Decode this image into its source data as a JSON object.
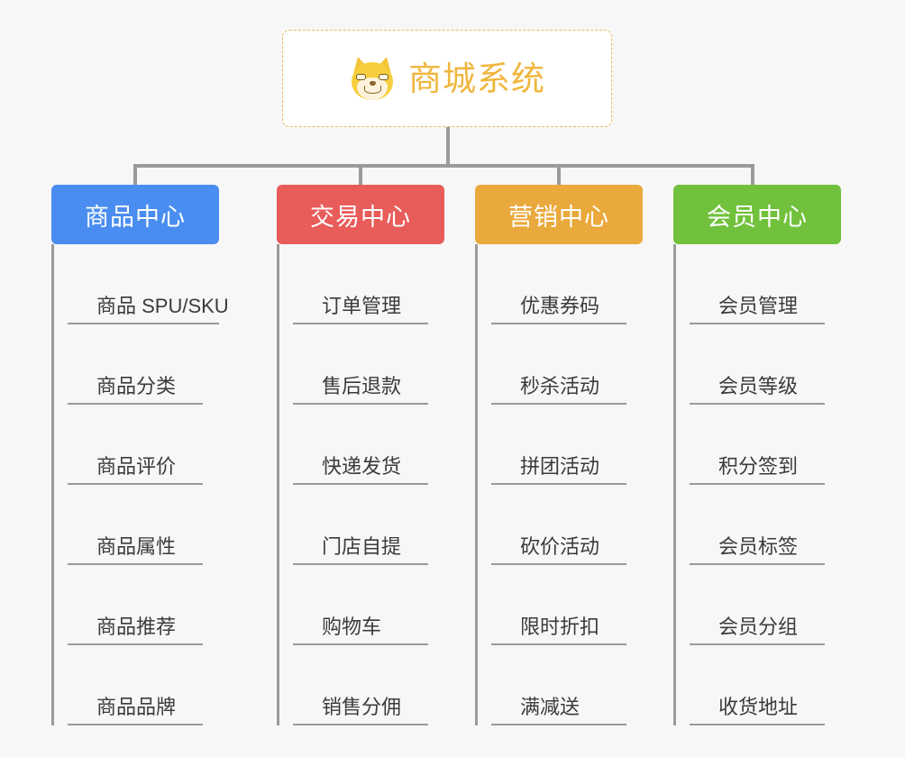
{
  "page": {
    "background_color": "#f7f7f7",
    "type": "mindmap"
  },
  "root": {
    "title": "商城系统",
    "icon": "shiba-dog-icon",
    "text_color": "#f0b73e",
    "border_color": "#edb85a",
    "background_color": "#ffffff"
  },
  "connector": {
    "color": "#9a9a9a"
  },
  "branches": [
    {
      "label": "商品中心",
      "color": "#4a8df0",
      "items": [
        "商品 SPU/SKU",
        "商品分类",
        "商品评价",
        "商品属性",
        "商品推荐",
        "商品品牌"
      ]
    },
    {
      "label": "交易中心",
      "color": "#e85c5a",
      "items": [
        "订单管理",
        "售后退款",
        "快递发货",
        "门店自提",
        "购物车",
        "销售分佣"
      ]
    },
    {
      "label": "营销中心",
      "color": "#eaa93c",
      "items": [
        "优惠券码",
        "秒杀活动",
        "拼团活动",
        "砍价活动",
        "限时折扣",
        "满减送"
      ]
    },
    {
      "label": "会员中心",
      "color": "#71c13c",
      "items": [
        "会员管理",
        "会员等级",
        "积分签到",
        "会员标签",
        "会员分组",
        "收货地址"
      ]
    }
  ]
}
